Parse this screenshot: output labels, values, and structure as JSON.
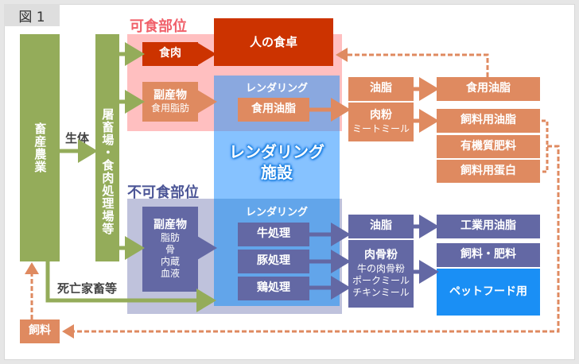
{
  "figure_label": "図 1",
  "zones": {
    "edible": "可食部位",
    "inedible": "不可食部位"
  },
  "livestock_farming": "畜産農業",
  "slaughterhouse": "屠畜場・食肉処理場等",
  "edge_labels": {
    "live_animals": "生体",
    "dead_livestock": "死亡家畜等"
  },
  "edible": {
    "meat": "食肉",
    "byproduct_title": "副産物",
    "byproduct_sub": "食用脂肪",
    "human_table": "人の食卓"
  },
  "rendering_top": {
    "title": "レンダリング",
    "item": "食用油脂"
  },
  "rendering_facility": {
    "line1": "レンダリング",
    "line2": "施設"
  },
  "rendering_bottom": {
    "title": "レンダリング",
    "items": [
      "牛処理",
      "豚処理",
      "鶏処理"
    ]
  },
  "inedible": {
    "byproduct_title": "副産物",
    "byproduct_items": [
      "脂肪",
      "骨",
      "内蔵",
      "血液"
    ]
  },
  "edible_outputs": {
    "fat": "油脂",
    "meal_title": "肉粉",
    "meal_sub": "ミートミール",
    "edible_oil": "食用油脂",
    "feed_oil": "飼料用油脂",
    "organic_fertilizer": "有機質肥料",
    "feed_protein": "飼料用蛋白"
  },
  "inedible_outputs": {
    "fat": "油脂",
    "mbm_title": "肉骨粉",
    "mbm_items": [
      "牛の肉骨粉",
      "ポークミール",
      "チキンミール"
    ],
    "industrial_oil": "工業用油脂",
    "feed_fertilizer": "飼料・肥料",
    "pet_food": "ペットフード用"
  },
  "feed": "飼料",
  "colors": {
    "green": "#94ac5a",
    "red": "#cc3300",
    "orange": "#df8a60",
    "navy": "#6368a4",
    "edible_zone": "#ffbfc0",
    "inedible_zone": "#bfc2dc",
    "rendering": "#5aa6f0",
    "pet_food": "#1a8ff5"
  }
}
